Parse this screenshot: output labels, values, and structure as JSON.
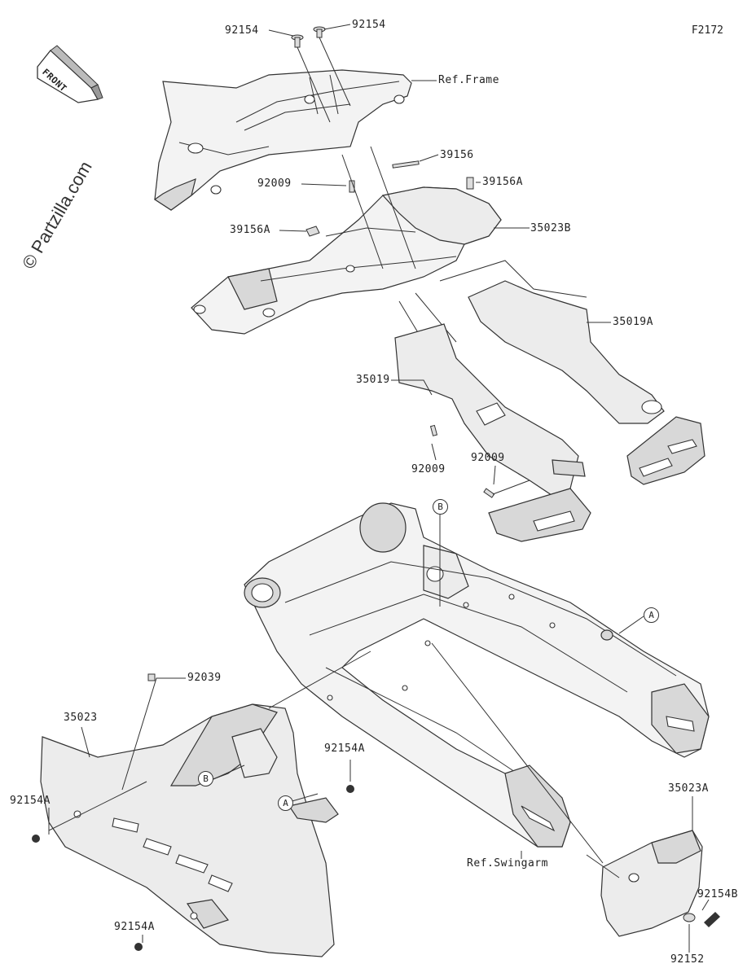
{
  "figure_id": "F2172",
  "watermark": "© Partzilla.com",
  "front_label": "FRONT",
  "circle_markers": [
    "B",
    "A",
    "B",
    "A"
  ],
  "labels": {
    "l_92154_a": "92154",
    "l_92154_b": "92154",
    "l_ref_frame": "Ref.Frame",
    "l_39156": "39156",
    "l_92009_a": "92009",
    "l_39156a_a": "39156A",
    "l_39156a_b": "39156A",
    "l_35023b": "35023B",
    "l_35019a": "35019A",
    "l_35019": "35019",
    "l_92009_b": "92009",
    "l_92009_c": "92009",
    "l_92039": "92039",
    "l_35023": "35023",
    "l_92154a_a": "92154A",
    "l_92154a_b": "92154A",
    "l_92154a_c": "92154A",
    "l_ref_swingarm": "Ref.Swingarm",
    "l_35023a": "35023A",
    "l_92154b": "92154B",
    "l_92152": "92152"
  }
}
